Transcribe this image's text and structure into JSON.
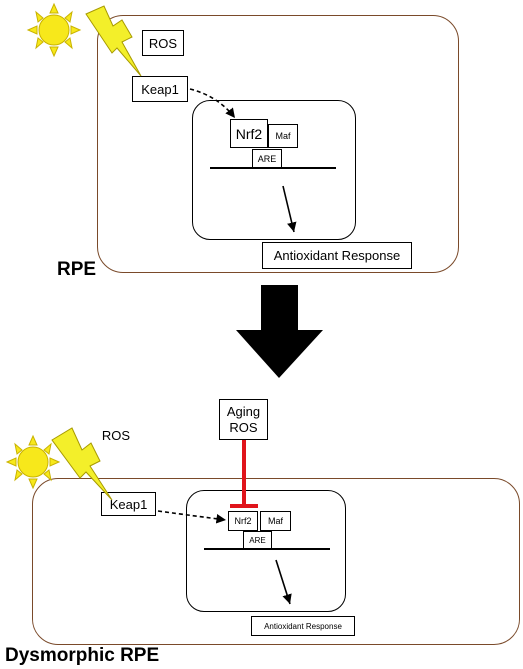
{
  "colors": {
    "sun_fill": "#f7e81b",
    "sun_stroke": "#c9b300",
    "bolt_fill": "#f3ef2a",
    "bolt_stroke": "#a79a00",
    "cell_border": "#7a4a2a",
    "inhibition": "#e0141b",
    "big_arrow": "#000000"
  },
  "icons": [
    "sun-icon",
    "lightning-bolt-icon",
    "down-arrow-icon"
  ],
  "top_panel": {
    "ros": "ROS",
    "keap1": "Keap1",
    "nrf2": "Nrf2",
    "maf": "Maf",
    "are": "ARE",
    "antioxidant_response": "Antioxidant Response",
    "cell_label": "RPE"
  },
  "bottom_panel": {
    "aging_ros_line1": "Aging",
    "aging_ros_line2": "ROS",
    "ros": "ROS",
    "keap1": "Keap1",
    "nrf2": "Nrf2",
    "maf": "Maf",
    "are": "ARE",
    "antioxidant_response": "Antioxidant Response",
    "cell_label": "Dysmorphic RPE"
  }
}
